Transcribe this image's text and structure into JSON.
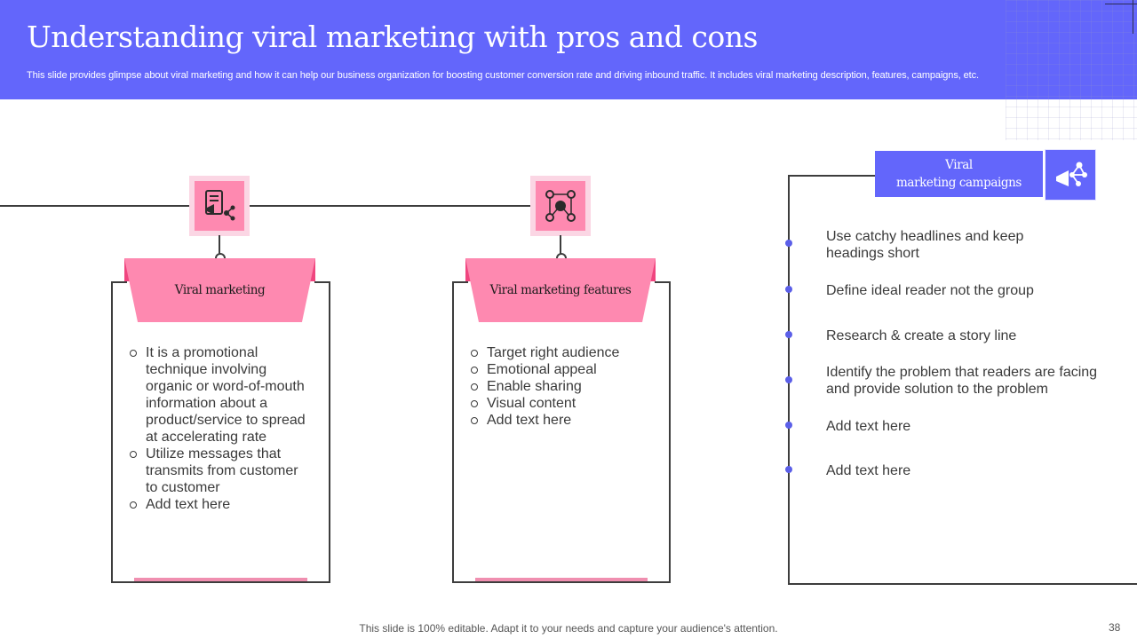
{
  "header": {
    "title": "Understanding viral marketing with pros and cons",
    "subtitle": "This slide provides glimpse about viral marketing and how it can help our business organization for boosting customer conversion rate and driving inbound traffic. It includes viral marketing description, features, campaigns, etc."
  },
  "cards": [
    {
      "title": "Viral marketing",
      "icon": "document-megaphone-icon",
      "items": [
        "It is a promotional technique involving organic or word-of-mouth information about a product/service to spread at accelerating rate",
        "Utilize messages that transmits from customer to customer",
        "Add text here"
      ]
    },
    {
      "title": "Viral marketing features",
      "icon": "network-megaphone-icon",
      "items": [
        "Target right audience",
        "Emotional appeal",
        "Enable sharing",
        "Visual content",
        "Add text here"
      ]
    }
  ],
  "campaigns": {
    "title_line1": "Viral",
    "title_line2": "marketing campaigns",
    "icon": "share-megaphone-icon",
    "items": [
      "Use catchy headlines and keep headings short",
      "Define ideal reader not the group",
      "Research & create a story line",
      "Identify the problem that readers are facing and provide solution to the problem",
      "Add text here",
      "Add text here"
    ]
  },
  "footer": {
    "note": "This slide is 100% editable. Adapt it to your needs and capture your audience's attention.",
    "page_number": "38"
  },
  "colors": {
    "header": "#6366fb",
    "pink": "#fe89b0",
    "pink_dark": "#f0457f",
    "pink_light": "#fbd6e4"
  }
}
